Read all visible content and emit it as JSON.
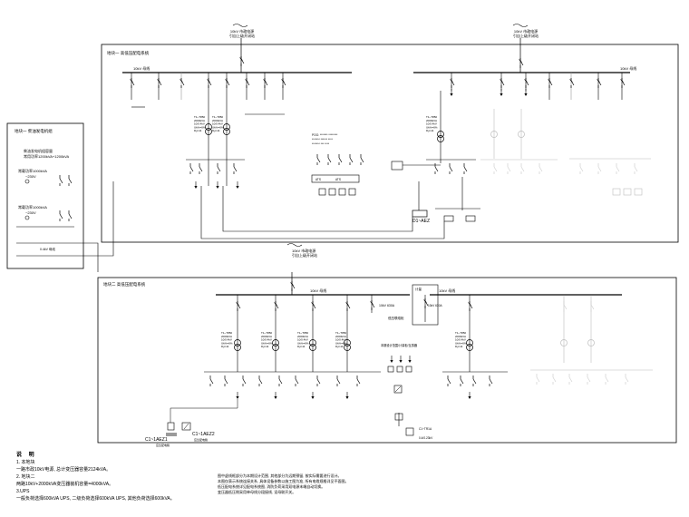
{
  "feeds": {
    "top_left_label": "10kV 市政电源",
    "top_left_sub": "引自上级开闭站",
    "top_right_label": "10kV 市政电源",
    "top_right_sub": "引自上级开闭站",
    "middle_label": "10kV 市政电源",
    "middle_sub": "引自上级开闭站"
  },
  "sections": {
    "upper_title": "地块一 高低压配电系统",
    "lower_title": "地块二 高低压配电系统",
    "side_title": "地块一 柴油发电机组"
  },
  "side_panel": {
    "lines": [
      "柴油发电机组容量",
      "常用功率1200kVA+1200kVA"
    ],
    "gen1": "常载功率1000kVA",
    "gen1_v": "~230V",
    "gen2": "常载功率1000kVA",
    "gen2_v": "~230V",
    "ats_label": "0.4kV 母线"
  },
  "upper_bus_left": "10kV 母线",
  "upper_bus_right": "10kV 母线",
  "lower_bus_left": "10kV 母线",
  "lower_bus_right": "10kV 母线",
  "transformers": [
    "T1~T850\n2000kVA\n10/0.4kV\nUk%=6%\nDyn11",
    "T1~T850\n2000kVA\n10/0.4kV\nUk%=6%\nDyn11"
  ],
  "cabinets": [
    "1AEZ1",
    "1AEZ2"
  ],
  "labels": {
    "d1_aez": "D1~AEZ",
    "c1_1aez1": "C1~1AEZ1",
    "c1_1aez2": "C1~1AEZ2",
    "aez_sub": "应急配电箱",
    "lower_mid_label": "低压联络柜",
    "lower_right_box": "10kV 630A",
    "lower_mid_note": "本期设计范围/计量柜/互感器",
    "bottom_right_box": "0.4/0.23kV",
    "ats": "ATS"
  },
  "notes": {
    "title": "说 明",
    "items": [
      "1. 本地块",
      "一路市政10kV电源, 总计变压器容量2124kVA。",
      "2. 地块二",
      "两路10kV+2000kVA变压器装机容量=4000kVA。",
      "3.UPS",
      "一般负荷选择600kVA UPS, 二级负荷选择600kVA UPS, 其他负荷选择600kVA。"
    ]
  },
  "captions": [
    "图中虚线框部分为本期设计范围, 其他部分为远期预留, 按实际需要进行设计。",
    "本图仅表示系统连接关系, 具体设备参数以施工图为准, 所有电缆规格详见平面图。",
    "低压配电系统详见配电系统图, 消防负荷采用双电源末端自动切换。",
    "变压器低压侧采用单母线分段接线, 设母联开关。"
  ]
}
